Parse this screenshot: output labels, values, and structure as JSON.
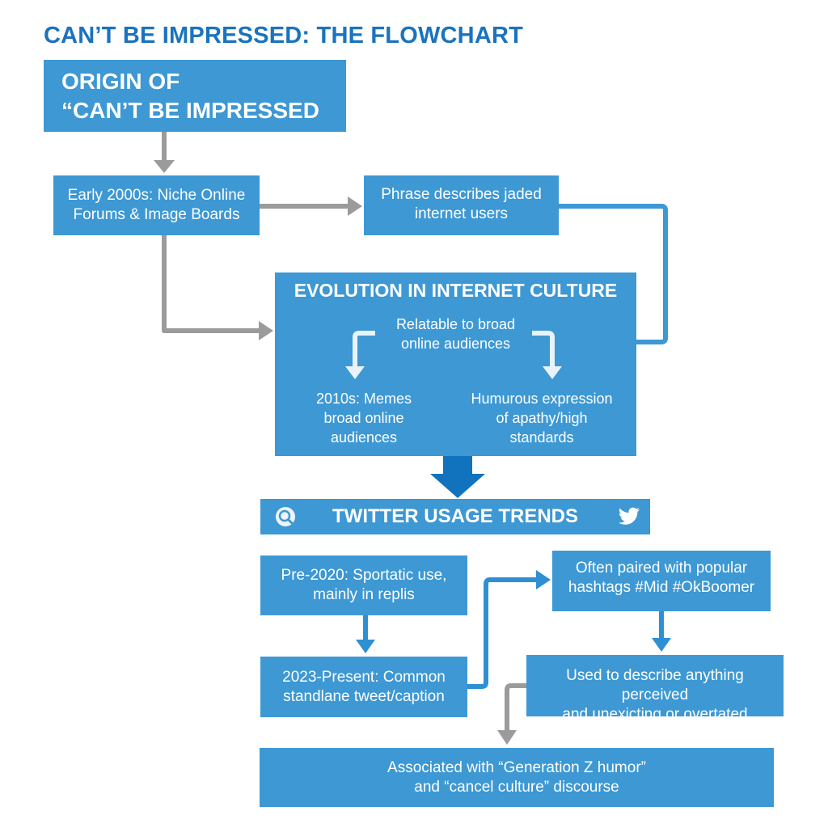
{
  "title": "CAN’T BE IMPRESSED: THE FLOWCHART",
  "origin": {
    "line1": "ORIGIN OF",
    "line2": "“CAN’T BE IMPRESSED"
  },
  "early": {
    "line1": "Early 2000s: Niche Online",
    "line2": "Forums & Image Boards"
  },
  "phrase": {
    "line1": "Phrase describes jaded",
    "line2": "internet users"
  },
  "evolution": {
    "title": "EVOLUTION IN INTERNET CULTURE",
    "relatable": {
      "line1": "Relatable to broad",
      "line2": "online audiences"
    },
    "left": {
      "line1": "2010s: Memes",
      "line2": "broad online",
      "line3": "audiences"
    },
    "right": {
      "line1": "Humurous expression",
      "line2": "of apathy/high",
      "line3": "standards"
    }
  },
  "twitter": {
    "title": "TWITTER USAGE TRENDS",
    "left_icon": "magnifier-icon",
    "right_icon": "twitter-bird-icon"
  },
  "pre2020": {
    "line1": "Pre-2020: Sportatic use,",
    "line2": "mainly in replis"
  },
  "often": {
    "line1": "Often paired with popular",
    "line2": "hashtags #Mid #OkBoomer"
  },
  "present": {
    "line1": "2023-Present: Common",
    "line2": "standlane tweet/caption"
  },
  "used": {
    "line1": "Used to describe anything perceived",
    "line2": "and unexicting or overtated"
  },
  "associated": {
    "line1": "Associated with “Generation Z humor”",
    "line2": "and “cancel culture” discourse"
  },
  "colors": {
    "box": "#3d98d4",
    "title": "#1a73bd",
    "gray_arrow": "#9b9b9b",
    "blue_arrow": "#2f8fd3",
    "dark_arrow": "#1172bd"
  }
}
